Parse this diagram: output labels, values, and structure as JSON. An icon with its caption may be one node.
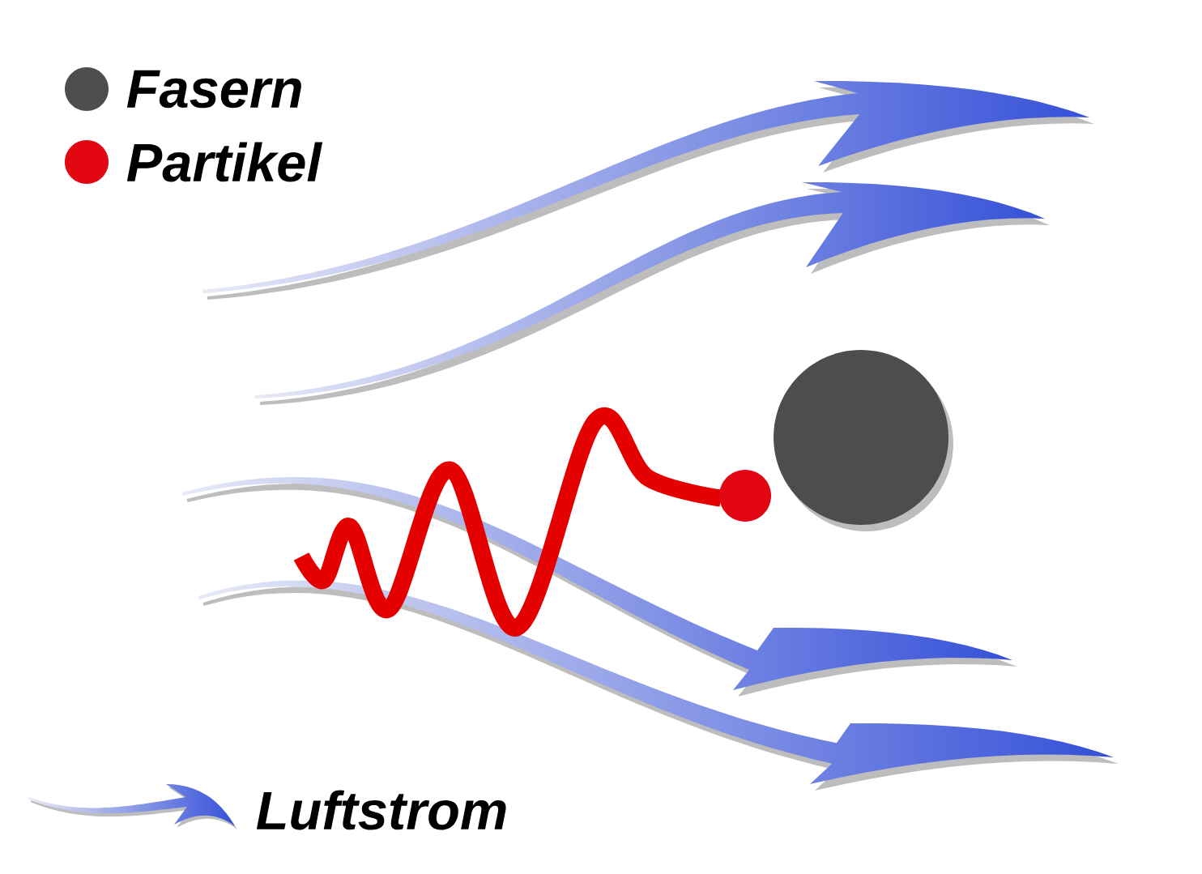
{
  "diagram": {
    "nodes": [
      {
        "text": [],
        "shape": "circle"
      },
      {
        "text": [],
        "shape": "circle"
      }
    ],
    "legend": [
      {
        "text": "Fasern",
        "color": "#4d4d4d"
      },
      {
        "text": "Partikel",
        "color": "#e30613"
      },
      {
        "text": "Luftstrom"
      }
    ]
  }
}
